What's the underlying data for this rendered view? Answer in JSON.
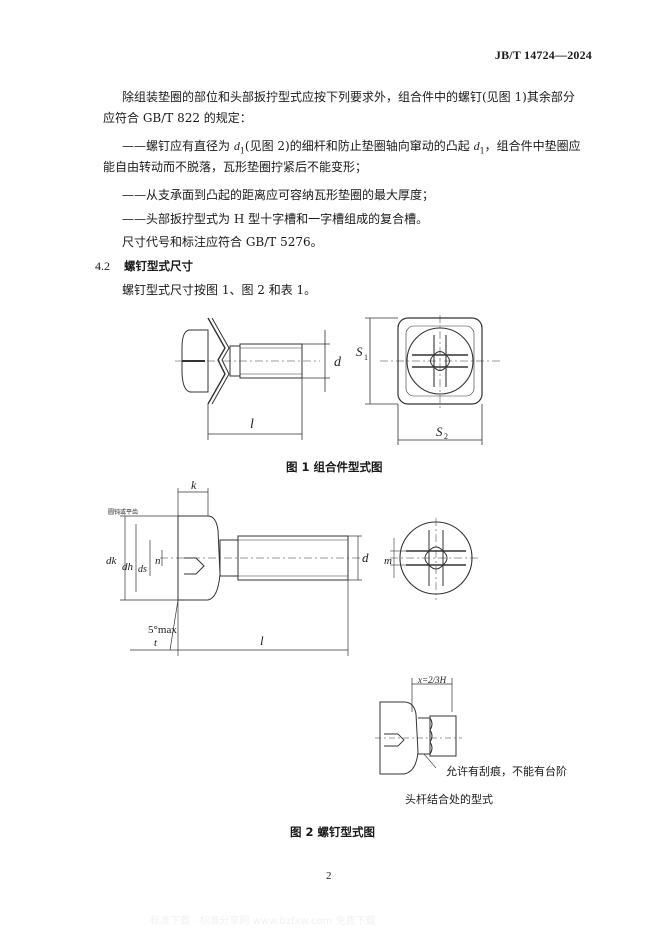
{
  "header": {
    "standard_no": "JB/T 14724—2024"
  },
  "body": {
    "para1_line1": "除组装垫圈的部位和头部扳拧型式应按下列要求外，组合件中的螺钉(见图 1)其余部分",
    "para1_line2": "应符合 GB/T 822 的规定：",
    "bullet1_line1_a": "——螺钉应有直径为 ",
    "bullet1_sym1": "d",
    "bullet1_sub1": "1",
    "bullet1_line1_b": "(见图 2)的细杆和防止垫圈轴向窜动的凸起 ",
    "bullet1_sym2": "d",
    "bullet1_sub2": "1",
    "bullet1_line1_c": "，组合件中垫圈应",
    "bullet1_line2": "能自由转动而不脱落，瓦形垫圈拧紧后不能变形；",
    "bullet2": "——从支承面到凸起的距离应可容纳瓦形垫圈的最大厚度；",
    "bullet3": "——头部扳拧型式为 H 型十字槽和一字槽组成的复合槽。",
    "para2": "尺寸代号和标注应符合 GB/T 5276。",
    "section_num": "4.2",
    "section_title": "螺钉型式尺寸",
    "para3": "螺钉型式尺寸按图 1、图 2 和表 1。"
  },
  "figure1": {
    "caption": "图 1  组合件型式图",
    "labels": {
      "d": "d",
      "l": "l",
      "s1": "S",
      "s1_sub": "1",
      "s2": "S",
      "s2_sub": "2"
    }
  },
  "figure2": {
    "caption": "图 2  螺钉型式图",
    "labels": {
      "k": "k",
      "note_small": "圆钝或平齿",
      "dk": "dk",
      "dh": "dh",
      "ds": "ds",
      "n": "n",
      "d": "d",
      "angle": "5°max",
      "t": "t",
      "l": "l",
      "m": "m",
      "x_eq": "x=2/3H",
      "note1": "允许有刮痕，不能有台阶",
      "note2": "头杆结合处的型式"
    }
  },
  "footer": {
    "page_number": "2"
  },
  "watermark": "标准下载 · 标准分享网 www.bzfxw.com 免费下载"
}
